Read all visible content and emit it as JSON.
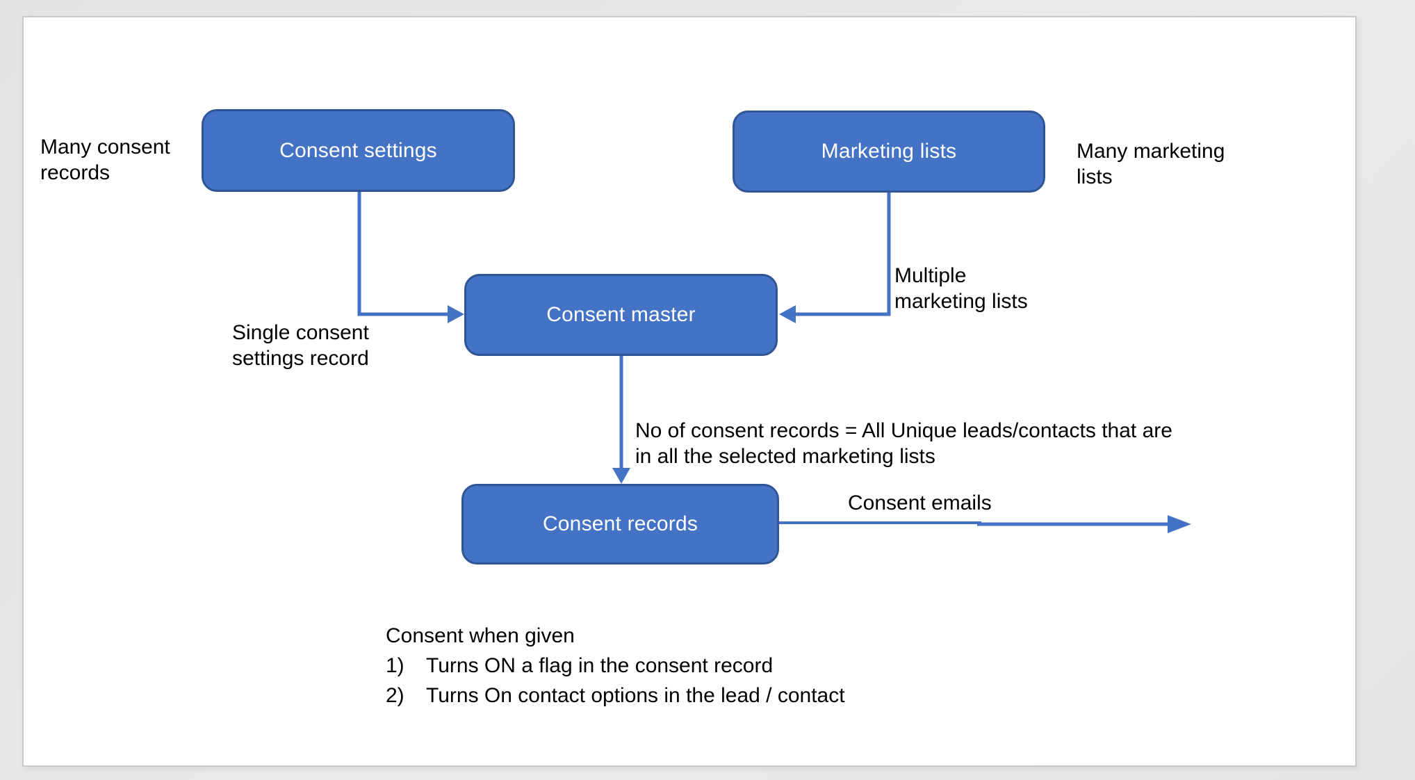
{
  "colors": {
    "node_fill": "#4472c4",
    "node_border": "#2f5597",
    "connector": "#4472c4",
    "node_text": "#ffffff",
    "annotation_text": "#000000",
    "slide_background": "#ffffff",
    "canvas_background": "#e8e8e8",
    "slide_border": "#c9c9c9"
  },
  "nodes": [
    {
      "id": "consent-settings",
      "label": "Consent settings"
    },
    {
      "id": "marketing-lists",
      "label": "Marketing lists"
    },
    {
      "id": "consent-master",
      "label": "Consent master"
    },
    {
      "id": "consent-records",
      "label": "Consent records"
    }
  ],
  "edges": [
    {
      "from": "Consent settings",
      "to": "Consent master",
      "label": "Single consent settings record"
    },
    {
      "from": "Marketing lists",
      "to": "Consent master",
      "label": "Multiple marketing lists"
    },
    {
      "from": "Consent master",
      "to": "Consent records",
      "label": "No of consent records = All Unique leads/contacts that are in all the selected marketing lists"
    },
    {
      "from": "Consent records",
      "to": "",
      "label": "Consent emails"
    }
  ],
  "annotations": {
    "many_consent_records": "Many consent\nrecords",
    "many_marketing_lists": "Many marketing\nlists",
    "single_consent_settings_record": "Single consent\nsettings record",
    "multiple_marketing_lists": "Multiple\nmarketing lists",
    "consent_records_rule": "No of consent records = All Unique leads/contacts that are\nin all the selected marketing lists",
    "consent_emails": "Consent emails"
  },
  "notes": {
    "title": "Consent when given",
    "items": [
      {
        "marker": "1)",
        "text": "Turns ON a flag in the consent record"
      },
      {
        "marker": "2)",
        "text": "Turns On contact options in the lead / contact"
      }
    ]
  }
}
